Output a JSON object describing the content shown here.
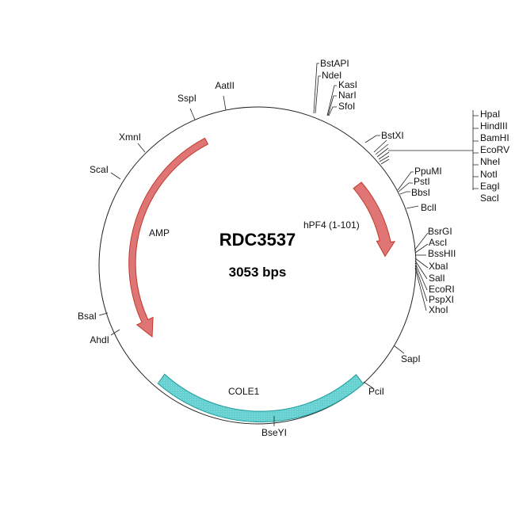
{
  "plasmid": {
    "name": "RDC3537",
    "size_label": "3053 bps"
  },
  "colors": {
    "backbone": "#222222",
    "amp": "#e06c6c",
    "amp_stroke": "#c0392b",
    "insert": "#e06c6c",
    "cole1": "#5fcfcf",
    "cole1_stroke": "#1a9a9a"
  },
  "features": [
    {
      "id": "amp",
      "label": "AMP",
      "kind": "arrow"
    },
    {
      "id": "insert",
      "label": "hPF4 (1-101)",
      "kind": "arrow"
    },
    {
      "id": "cole1",
      "label": "COLE1",
      "kind": "band"
    }
  ],
  "sites": [
    {
      "label": "BstAPI"
    },
    {
      "label": "NdeI"
    },
    {
      "label": "KasI"
    },
    {
      "label": "NarI"
    },
    {
      "label": "SfoI"
    },
    {
      "label": "BstXI"
    },
    {
      "label": "HpaI"
    },
    {
      "label": "HindIII"
    },
    {
      "label": "BamHI"
    },
    {
      "label": "EcoRV"
    },
    {
      "label": "NheI"
    },
    {
      "label": "NotI"
    },
    {
      "label": "EagI"
    },
    {
      "label": "SacI"
    },
    {
      "label": "PpuMI"
    },
    {
      "label": "PstI"
    },
    {
      "label": "BbsI"
    },
    {
      "label": "BclI"
    },
    {
      "label": "BsrGI"
    },
    {
      "label": "AscI"
    },
    {
      "label": "BssHII"
    },
    {
      "label": "XbaI"
    },
    {
      "label": "SalI"
    },
    {
      "label": "EcoRI"
    },
    {
      "label": "PspXI"
    },
    {
      "label": "XhoI"
    },
    {
      "label": "SapI"
    },
    {
      "label": "PciI"
    },
    {
      "label": "BseYI"
    },
    {
      "label": "AhdI"
    },
    {
      "label": "BsaI"
    },
    {
      "label": "ScaI"
    },
    {
      "label": "XmnI"
    },
    {
      "label": "SspI"
    },
    {
      "label": "AatII"
    }
  ]
}
